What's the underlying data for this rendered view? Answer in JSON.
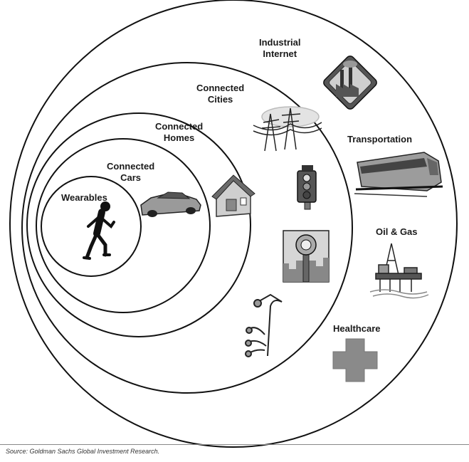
{
  "rings": {
    "wearables": {
      "label": "Wearables"
    },
    "cars": {
      "line1": "Connected",
      "line2": "Cars"
    },
    "homes": {
      "line1": "Connected",
      "line2": "Homes"
    },
    "cities": {
      "line1": "Connected",
      "line2": "Cities"
    },
    "industrial": {
      "line1": "Industrial",
      "line2": "Internet"
    }
  },
  "sectors": {
    "transportation": "Transportation",
    "oil_gas": "Oil & Gas",
    "healthcare": "Healthcare"
  },
  "icons": [
    "runner-icon",
    "car-icon",
    "house-icon",
    "power-lines-icon",
    "traffic-light-icon",
    "parking-meter-icon",
    "street-lights-icon",
    "factory-icon",
    "train-icon",
    "oil-rig-icon",
    "medical-cross-icon"
  ],
  "source": "Source: Goldman Sachs Global Investment Research."
}
